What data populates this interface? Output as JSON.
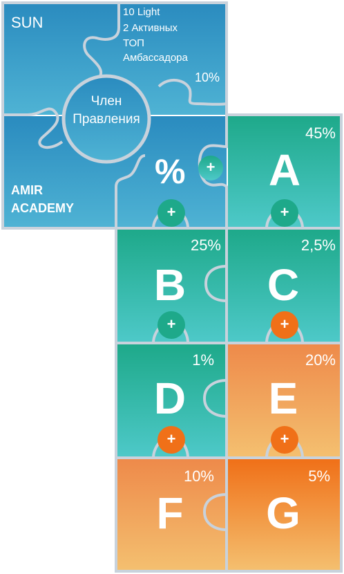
{
  "colors": {
    "blue_top": "#2a8bbf",
    "blue_bottom": "#4fb3d4",
    "teal_top": "#1ea98a",
    "teal_bottom": "#4ec9c9",
    "orange_top": "#f07018",
    "orange_bottom": "#f4c070",
    "outline": "#c8d2dc",
    "text": "#ffffff"
  },
  "top": {
    "sun_label": "SUN",
    "sun_details": [
      "10 Light",
      "2 Активных",
      "ТОП",
      "Амбассадора"
    ],
    "sun_percent": "10%",
    "center_circle": [
      "Член",
      "Правления"
    ],
    "percent_symbol": "%",
    "academy": [
      "AMIR",
      "ACADEMY"
    ],
    "plus_symbol": "+"
  },
  "tiles": [
    {
      "letter": "A",
      "percent": "45%",
      "scheme": "teal"
    },
    {
      "letter": "B",
      "percent": "25%",
      "scheme": "teal"
    },
    {
      "letter": "C",
      "percent": "2,5%",
      "scheme": "teal"
    },
    {
      "letter": "D",
      "percent": "1%",
      "scheme": "teal"
    },
    {
      "letter": "E",
      "percent": "20%",
      "scheme": "orange"
    },
    {
      "letter": "F",
      "percent": "10%",
      "scheme": "orange"
    },
    {
      "letter": "G",
      "percent": "5%",
      "scheme": "orange"
    }
  ]
}
